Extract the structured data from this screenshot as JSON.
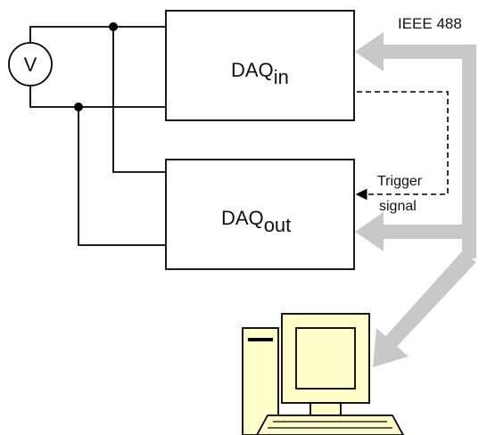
{
  "diagram": {
    "voltmeter_label": "V",
    "daq_in": {
      "main": "DAQ",
      "subscript": "in"
    },
    "daq_out": {
      "main": "DAQ",
      "subscript": "out"
    },
    "bus_label": "IEEE 488",
    "trigger_label": {
      "line1": "Trigger",
      "line2": "signal"
    },
    "colors": {
      "bus_arrow": "#c8c8c8",
      "monitor_fill": "#ffffcc",
      "wire": "#000000"
    },
    "icons": [
      "voltmeter-icon",
      "computer-icon"
    ]
  }
}
